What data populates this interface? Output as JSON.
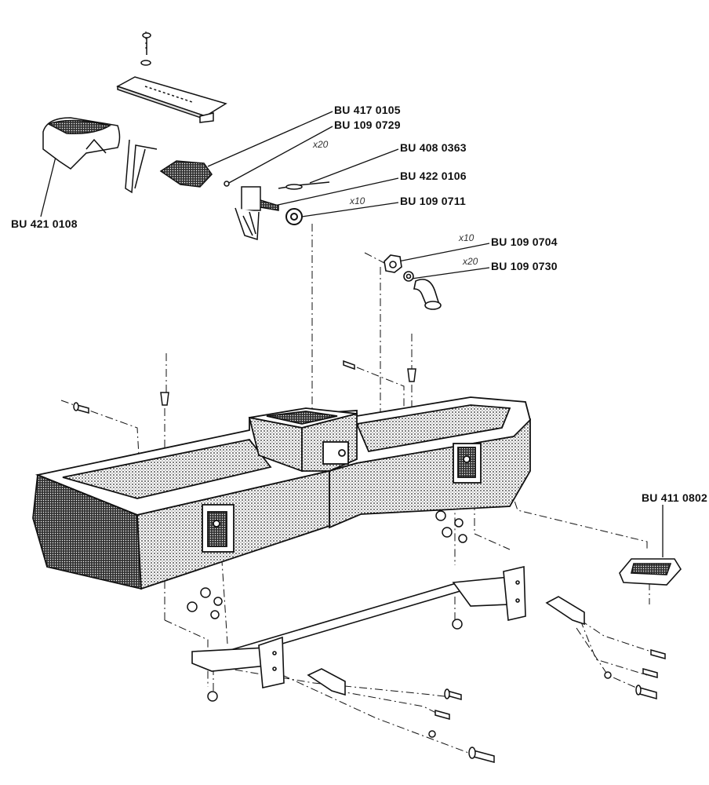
{
  "parts": [
    {
      "id": "p1",
      "number": "BU 417 0105",
      "qty": null
    },
    {
      "id": "p2",
      "number": "BU 109 0729",
      "qty": "x20"
    },
    {
      "id": "p3",
      "number": "BU 408 0363",
      "qty": null
    },
    {
      "id": "p4",
      "number": "BU 422 0106",
      "qty": null
    },
    {
      "id": "p5",
      "number": "BU 109 0711",
      "qty": "x10"
    },
    {
      "id": "p6",
      "number": "BU 421 0108",
      "qty": null
    },
    {
      "id": "p7",
      "number": "BU 109 0704",
      "qty": "x10"
    },
    {
      "id": "p8",
      "number": "BU 109 0730",
      "qty": "x20"
    },
    {
      "id": "p9",
      "number": "BU 411 0802",
      "qty": null
    }
  ],
  "colors": {
    "ink": "#111111",
    "stipple": "#555555",
    "background": "#ffffff"
  }
}
